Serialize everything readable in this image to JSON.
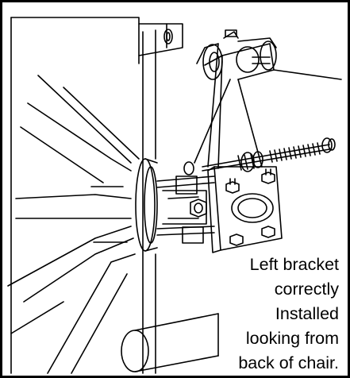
{
  "figure": {
    "caption_lines": [
      "Left bracket",
      "correctly",
      "Installed",
      "looking from",
      "back of chair."
    ]
  }
}
